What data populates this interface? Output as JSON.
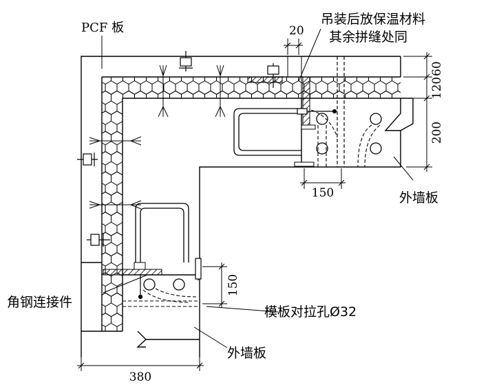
{
  "labels": {
    "pcf_board": "PCF 板",
    "insulation_note_line1": "吊装后放保温材料",
    "insulation_note_line2": "其余拼缝处同",
    "exterior_wall_right": "外墙板",
    "exterior_wall_bottom": "外墙板",
    "angle_steel_connector": "角钢连接件",
    "formwork_tie_hole": "模板对拉孔Ø32"
  },
  "dimensions": {
    "gap_20": "20",
    "top_60": "60",
    "top_120": "120",
    "right_200": "200",
    "bottom_150": "150",
    "vertical_150": "150",
    "bottom_380": "380"
  },
  "colors": {
    "line": "#000000",
    "hatch": "#000000",
    "background": "#ffffff"
  }
}
